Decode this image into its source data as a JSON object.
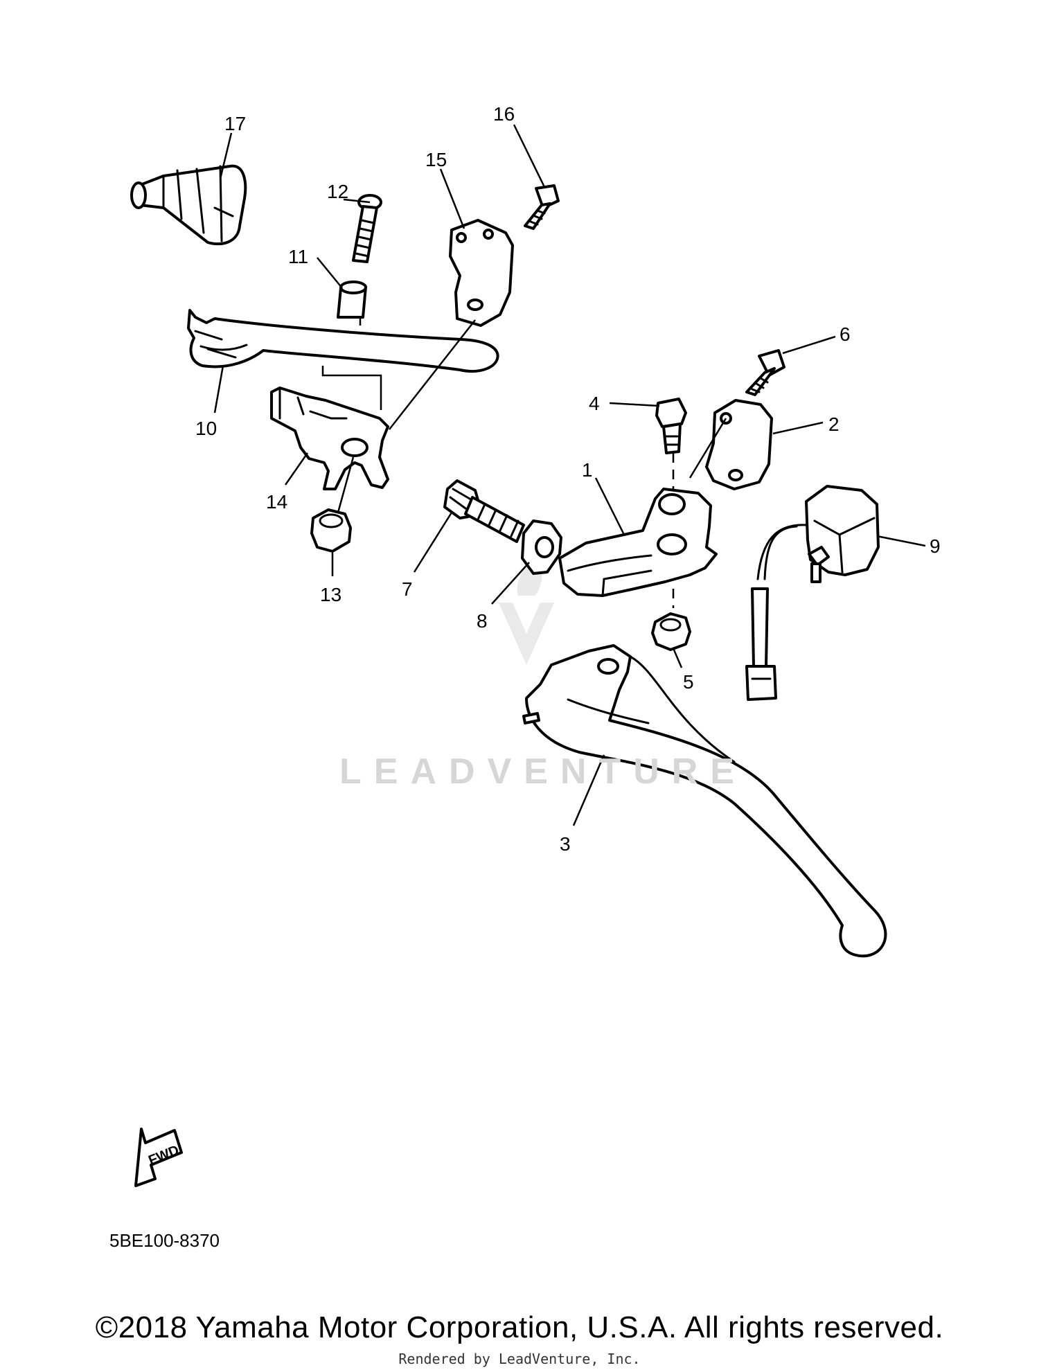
{
  "diagram_id": "5BE100-8370",
  "fwd_label": "FWD",
  "watermark": "LEADVENTURE",
  "copyright": "©2018 Yamaha Motor Corporation, U.S.A. All rights reserved.",
  "rendered_by": "Rendered by LeadVenture, Inc.",
  "callouts": [
    "1",
    "2",
    "3",
    "4",
    "5",
    "6",
    "7",
    "8",
    "9",
    "10",
    "11",
    "12",
    "13",
    "14",
    "15",
    "16",
    "17"
  ]
}
